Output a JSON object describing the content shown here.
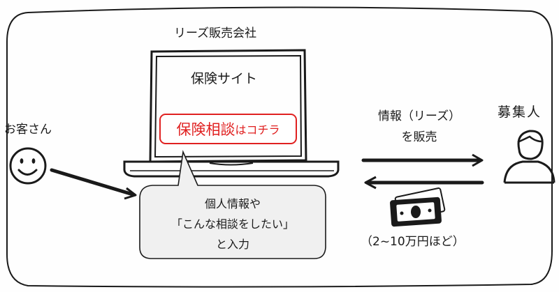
{
  "company": {
    "label": "リーズ販売会社"
  },
  "site": {
    "title": "保険サイト",
    "consult_button": {
      "main": "保険相談",
      "suffix": "はコチラ",
      "color": "#e02020"
    }
  },
  "customer": {
    "label": "お客さん",
    "icon": "smiley-face-icon"
  },
  "bubble": {
    "lines": [
      "個人情報や",
      "「こんな相談をしたい」",
      "と入力"
    ]
  },
  "recruiter": {
    "label": "募集人",
    "icon": "person-icon"
  },
  "sale": {
    "lines": [
      "情報（リーズ）",
      "を販売"
    ]
  },
  "payment": {
    "label": "（2~10万円ほど）",
    "icon": "money-stack-icon"
  },
  "colors": {
    "ink": "#1a1a1a",
    "accent": "#e02020",
    "bubble": "#f0f0f0"
  }
}
